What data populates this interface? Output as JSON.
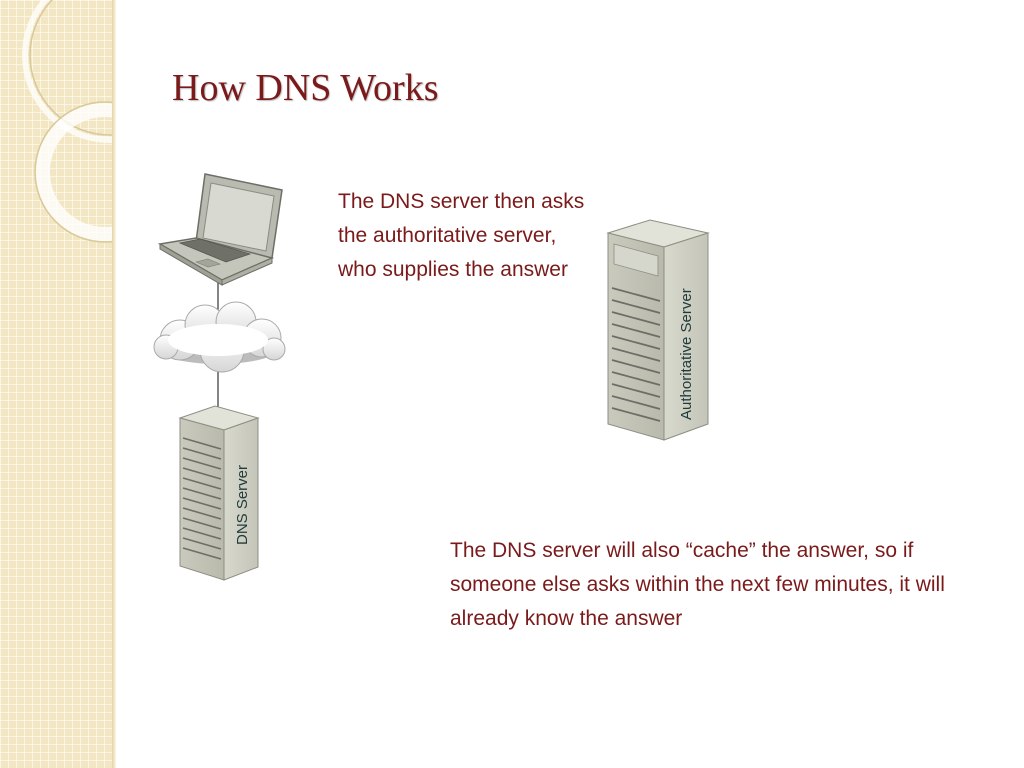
{
  "slide": {
    "title": "How DNS Works",
    "text_top": "The DNS server then asks the authoritative server, who supplies the answer",
    "text_bottom": "The DNS server will also “cache” the answer, so if someone else asks within the next few minutes, it will already know the answer"
  },
  "diagram": {
    "dns_server_label": "DNS Server",
    "authoritative_server_label": "Authoritative Server",
    "icons": [
      "laptop-icon",
      "cloud-icon",
      "dns-server-icon",
      "authoritative-server-icon"
    ]
  },
  "colors": {
    "text": "#7a1a1a",
    "sidebar": "#f2e6c3",
    "server_body": "#cfd0c4",
    "server_label": "#1f3b3b"
  }
}
